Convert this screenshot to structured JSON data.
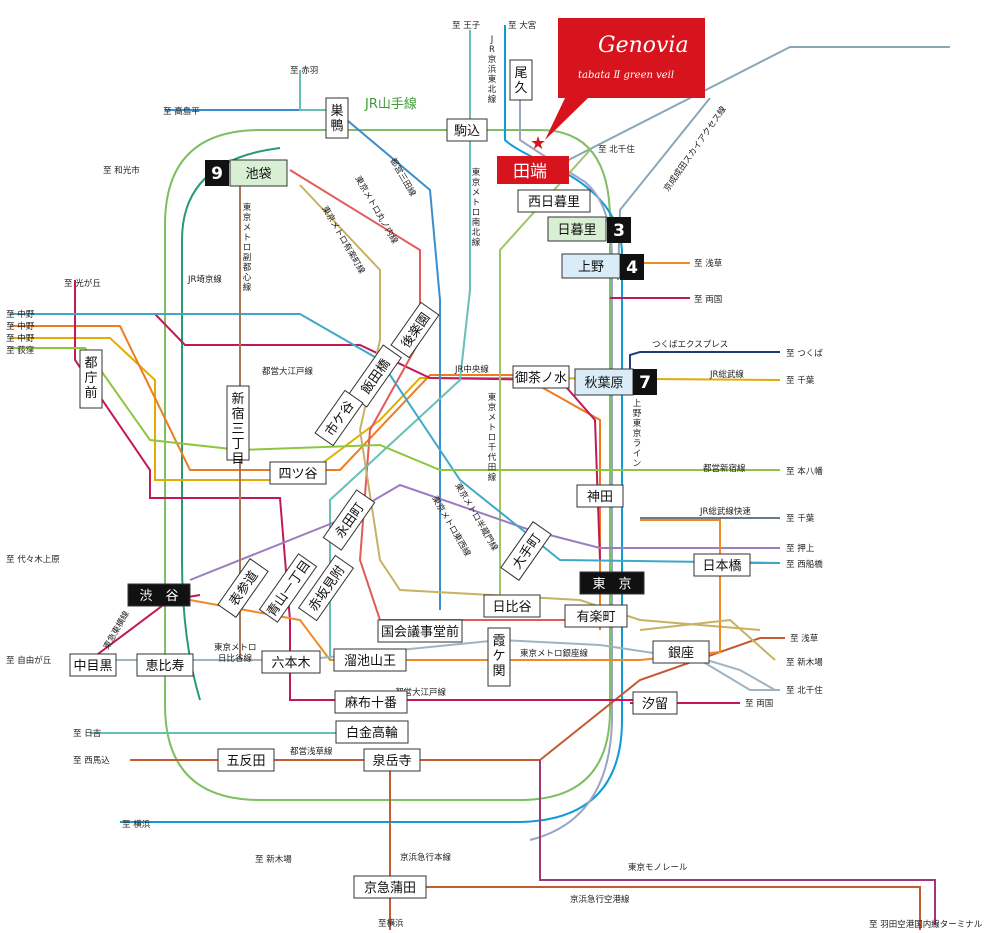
{
  "brand": {
    "name": "Genovia",
    "sub": "tabata Ⅱ green veil",
    "color": "#d7141d"
  },
  "colors": {
    "yamanote": "#7dbf63",
    "keihin": "#0e9bd8",
    "gray": "#8aa6b7",
    "asakusa": "#c55a33",
    "oedo": "#c2185b",
    "mita": "#3b8ecd",
    "namboku": "#66c0b5",
    "marunouchi": "#e25b5b",
    "yurakucho": "#c9b162",
    "chiyoda": "#9ec56b",
    "hanzomon": "#9b7cc3",
    "tozai": "#3fa7c9",
    "ginza": "#f08a24",
    "hibiya": "#9eb4c2",
    "fukutoshin": "#a4765a",
    "chuo": "#ee7b1f",
    "sobu": "#e0ad00",
    "tsukuba": "#1f3d7a",
    "keisei": "#8aa6b7",
    "shinjuku": "#8dc63f",
    "monorail": "#a2367a"
  },
  "stations": {
    "tabata": "田端",
    "oku": "尾久",
    "komagome": "駒込",
    "sugamo": "巣鴨",
    "ikebukuro": "池袋",
    "nishinippori": "西日暮里",
    "nippori": "日暮里",
    "ueno": "上野",
    "akihabara": "秋葉原",
    "ochanomizu": "御茶ノ水",
    "korakuen": "後楽園",
    "iidabashi": "飯田橋",
    "ichigaya": "市ケ谷",
    "yotsuya": "四ツ谷",
    "tochomae": "都庁前",
    "shinjukusanchome": "新宿三丁目",
    "nagatacho": "永田町",
    "otemachi": "大手町",
    "kanda": "神田",
    "tokyo": "東　京",
    "nihonbashi": "日本橋",
    "shibuya": "渋　谷",
    "omotesando": "表参道",
    "aoyamaitchome": "青山一丁目",
    "akasakamitsuke": "赤坂見附",
    "kokkaigijidomae": "国会議事堂前",
    "hibiya": "日比谷",
    "yurakucho": "有楽町",
    "ginza": "銀座",
    "kasumigaseki": "霞ケ関",
    "nakameguro": "中目黒",
    "ebisu": "恵比寿",
    "roppongi": "六本木",
    "tameikesanno": "溜池山王",
    "azabujuban": "麻布十番",
    "shiodome": "汐留",
    "shirokanetakanawa": "白金高輪",
    "gotanda": "五反田",
    "sengakuji": "泉岳寺",
    "keikyukamata": "京急蒲田"
  },
  "numbers": {
    "ikebukuro": "9",
    "nippori": "3",
    "ueno": "4",
    "akihabara": "7"
  },
  "lines": {
    "yamanote": "JR山手線",
    "keihintohoku": "JR京浜東北線",
    "saikyo": "JR埼京線",
    "chuo": "JR中央線",
    "sobu": "JR総武線",
    "sobukaisoku": "JR総武線快速",
    "tsukuba": "つくばエクスプレス",
    "uenotokyo": "上野東京ライン",
    "skyaccess": "京成成田スカイアクセス線",
    "mita": "都営三田線",
    "marunouchi": "東京メトロ丸ノ内線",
    "yurakucho": "東京メトロ有楽町線",
    "namboku": "東京メトロ南北線",
    "chiyoda": "東京メトロ千代田線",
    "fukutoshin": "東京メトロ副都心線",
    "oedo": "都営大江戸線",
    "oedo2": "都営大江戸線",
    "shinjuku": "都営新宿線",
    "hanzomon": "東京メトロ半蔵門線",
    "tozai": "東京メトロ東西線",
    "ginza": "東京メトロ銀座線",
    "hibiya1": "東京メトロ",
    "hibiya2": "日比谷線",
    "toyoko": "東急東横線",
    "asakusa": "都営浅草線",
    "keikyumain": "京浜急行本線",
    "keikyuairport": "京浜急行空港線",
    "monorail": "東京モノレール"
  },
  "destinations": {
    "oji": "至 王子",
    "omiya": "至 大宮",
    "akabane": "至 赤羽",
    "takashimadaira": "至 高島平",
    "wakoshi": "至 和光市",
    "kitasenju1": "至 北千住",
    "asakusa1": "至 浅草",
    "ryogoku1": "至 両国",
    "hikarigaoka": "至 光が丘",
    "nakano1": "至 中野",
    "nakano2": "至 中野",
    "nakano3": "至 中野",
    "ogikubo": "至 荻窪",
    "tsukuba": "至 つくば",
    "chiba1": "至 千葉",
    "motoyawata": "至 本八幡",
    "chiba2": "至 千葉",
    "oshiage": "至 押上",
    "nishifunabashi": "至 西船橋",
    "yoyogiuehara": "至 代々木上原",
    "jiyugaoka": "至 自由が丘",
    "asakusa2": "至 浅草",
    "shinkiba1": "至 新木場",
    "kitasenju2": "至 北千住",
    "ryogoku2": "至 両国",
    "hiyoshi": "至 日吉",
    "nishimagome": "至 西馬込",
    "yokohama1": "至 横浜",
    "shinkiba2": "至 新木場",
    "yokohama2": "至横浜",
    "haneda": "至 羽田空港国内線ターミナル"
  }
}
